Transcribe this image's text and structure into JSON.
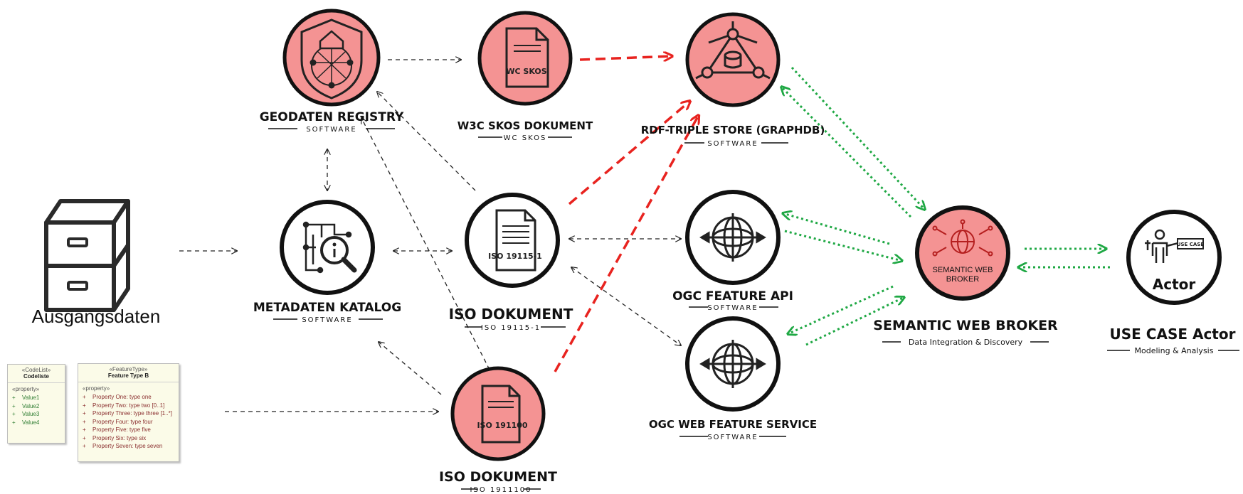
{
  "colors": {
    "node_red_fill": "#f49393",
    "node_white_fill": "#ffffff",
    "arrow_black": "#222222",
    "arrow_red": "#e8231f",
    "arrow_green": "#1fa844"
  },
  "nodes": {
    "geodaten_registry": {
      "title": "GEODATEN REGISTRY",
      "subtitle": "SOFTWARE",
      "icon": "shield-network-house-icon"
    },
    "w3c_skos": {
      "title": "W3C SKOS DOKUMENT",
      "subtitle": "WC SKOS",
      "icon_label": "WC SKOS",
      "icon": "document-icon"
    },
    "rdf_store": {
      "title": "RDF-TRIPLE STORE (GRAPHDB)",
      "subtitle": "SOFTWARE",
      "icon": "graph-database-icon"
    },
    "metadaten_katalog": {
      "title": "METADATEN KATALOG",
      "subtitle": "SOFTWARE",
      "icon": "catalog-search-icon"
    },
    "iso_19115": {
      "title": "ISO DOKUMENT",
      "subtitle": "ISO 19115-1",
      "icon_label": "ISO 19115-1",
      "icon": "document-icon"
    },
    "ogc_feature_api": {
      "title": "OGC FEATURE API",
      "subtitle": "SOFTWARE",
      "icon": "globe-arrows-icon"
    },
    "semantic_web_broker": {
      "title": "SEMANTIC WEB BROKER",
      "subtitle": "Data Integration & Discovery",
      "icon_label_1": "SEMANTIC WEB",
      "icon_label_2": "BROKER",
      "icon": "network-globe-icon"
    },
    "use_case_actor": {
      "title": "USE CASE Actor",
      "subtitle": "Modeling & Analysis",
      "icon_label": "Actor",
      "badge": "USE CASE",
      "icon": "actor-icon"
    },
    "ogc_wfs": {
      "title": "OGC WEB FEATURE SERVICE",
      "subtitle": "SOFTWARE",
      "icon": "globe-arrows-icon"
    },
    "iso_1911100": {
      "title": "ISO DOKUMENT",
      "subtitle": "ISO 1911100",
      "icon_label": "ISO 191100",
      "icon": "document-icon"
    }
  },
  "source_data": {
    "label": "Ausgangsdaten",
    "icon": "storage-boxes-icon"
  },
  "uml": {
    "codelist": {
      "stereotype": "«CodeList»",
      "name": "Codeliste",
      "section": "«property»",
      "items": [
        "Value1",
        "Value2",
        "Value3",
        "Value4"
      ]
    },
    "featuretype": {
      "stereotype": "«FeatureType»",
      "name": "Feature Type B",
      "section": "«property»",
      "items": [
        "Property One: type one",
        "Property Two: type two [0..1]",
        "Property Three: type three [1..*]",
        "Property Four: type four",
        "Property Five: type five",
        "Property Six: type six",
        "Property Seven: type seven"
      ]
    }
  }
}
